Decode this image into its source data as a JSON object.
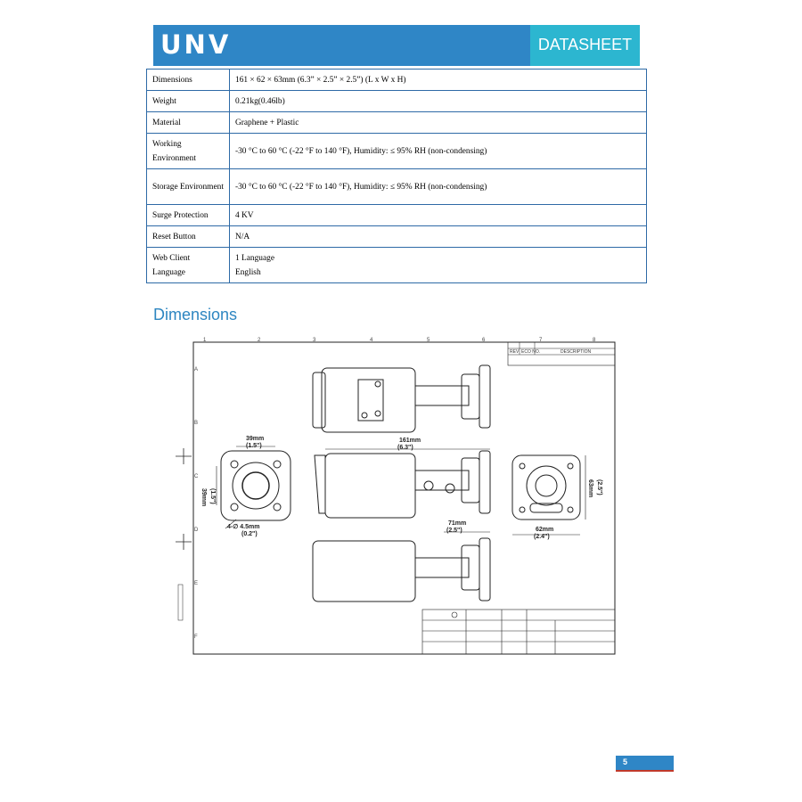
{
  "header": {
    "logo_text": "UNV",
    "badge": "DATASHEET",
    "bar_color": "#2f86c6",
    "badge_color": "#2cb6d0"
  },
  "specs": [
    {
      "label": "Dimensions",
      "value": [
        "161 × 62 × 63mm (6.3” × 2.5” × 2.5”) (L x W x H)"
      ]
    },
    {
      "label": "Weight",
      "value": [
        "0.21kg(0.46lb)"
      ]
    },
    {
      "label": "Material",
      "value": [
        "Graphene + Plastic"
      ]
    },
    {
      "label": "Working Environment",
      "value": [
        "-30 °C to 60 °C (-22 °F to 140 °F), Humidity: ≤ 95% RH (non-condensing)"
      ]
    },
    {
      "label": "Storage Environment",
      "value": [
        "-30 °C to 60 °C (-22 °F to 140 °F), Humidity: ≤ 95% RH (non-condensing)"
      ]
    },
    {
      "label": "Surge Protection",
      "value": [
        "4 KV"
      ]
    },
    {
      "label": "Reset Button",
      "value": [
        "N/A"
      ]
    },
    {
      "label": "Web Client Language",
      "value": [
        "1 Language",
        "English"
      ]
    }
  ],
  "dimensions_title": "Dimensions",
  "drawing": {
    "top_ruler": [
      "1",
      "2",
      "3",
      "4",
      "5",
      "6",
      "7",
      "8"
    ],
    "side_ruler": [
      "A",
      "B",
      "C",
      "D",
      "E",
      "F"
    ],
    "revision_headers": [
      "REV",
      "ECO NO.",
      "DESCRIPTION"
    ],
    "dim_length_mm": "161mm",
    "dim_length_in": "(6.3\")",
    "dim_bracket_mm": "71mm",
    "dim_bracket_in": "(2.5\")",
    "dim_base_w_mm": "39mm",
    "dim_base_w_in": "(1.5\")",
    "dim_base_h_mm": "39mm",
    "dim_base_h_in": "(1.5\")",
    "dim_hole_mm": "4-∅ 4.5mm",
    "dim_hole_in": "(0.2\")",
    "dim_front_w_mm": "62mm",
    "dim_front_w_in": "(2.4\")",
    "dim_front_h_mm": "63mm",
    "dim_front_h_in": "(2.5\")"
  },
  "page_number": "5"
}
